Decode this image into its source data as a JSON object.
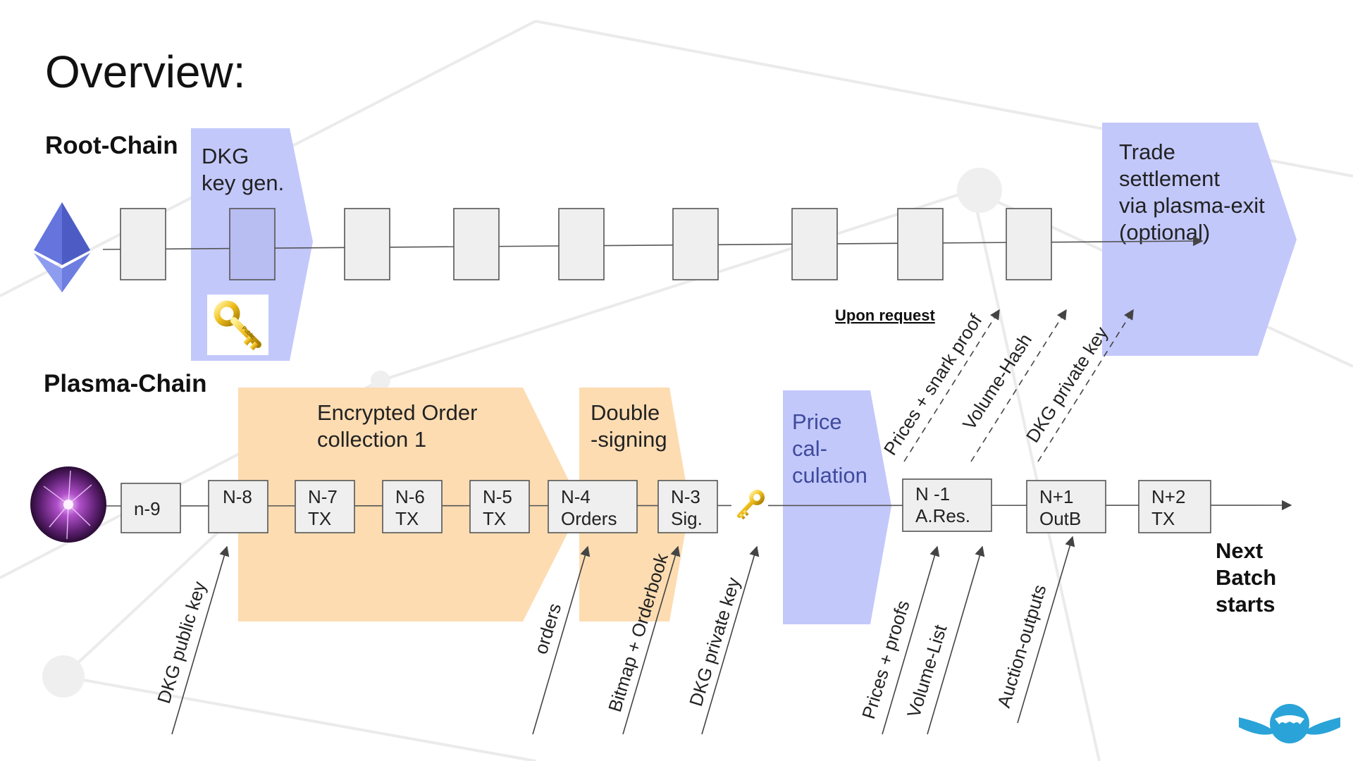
{
  "title": "Overview:",
  "root_chain": {
    "heading": "Root-Chain",
    "dkg_label": [
      "DKG",
      "key gen."
    ],
    "settlement_label": [
      "Trade",
      "settlement",
      "via plasma-exit",
      "",
      "(optional)"
    ],
    "key_stamp": "Public",
    "request_note": "Upon request",
    "exports": [
      "Prices + snark proof",
      "Volume-Hash",
      "DKG private key"
    ]
  },
  "plasma_chain": {
    "heading": "Plasma-Chain",
    "phases": {
      "collection": [
        "Encrypted Order",
        "collection 1"
      ],
      "signing": [
        "Double",
        "-signing"
      ],
      "price": [
        "Price",
        "cal-",
        "culation"
      ]
    },
    "blocks": [
      [
        "n-9"
      ],
      [
        "N-8"
      ],
      [
        "N-7",
        "TX"
      ],
      [
        "N-6",
        "TX"
      ],
      [
        "N-5",
        "TX"
      ],
      [
        "N-4",
        "Orders"
      ],
      [
        "N-3",
        "Sig."
      ],
      [
        "N -1",
        "A.Res."
      ],
      [
        "N+1",
        "OutB"
      ],
      [
        "N+2",
        "TX"
      ]
    ],
    "inputs": [
      "DKG public  key",
      "orders",
      "Bitmap + Orderbook",
      "DKG private  key",
      "Prices +  proofs",
      "Volume-List",
      "Auction-outputs"
    ],
    "next_batch": [
      "Next",
      "Batch",
      "starts"
    ]
  },
  "colors": {
    "blue_phase": "#c3c8fb",
    "orange_phase": "#fddcb2",
    "block_fill": "#efefef",
    "eth_dark": "#5a6bd4",
    "eth_light": "#8e9cf0"
  }
}
